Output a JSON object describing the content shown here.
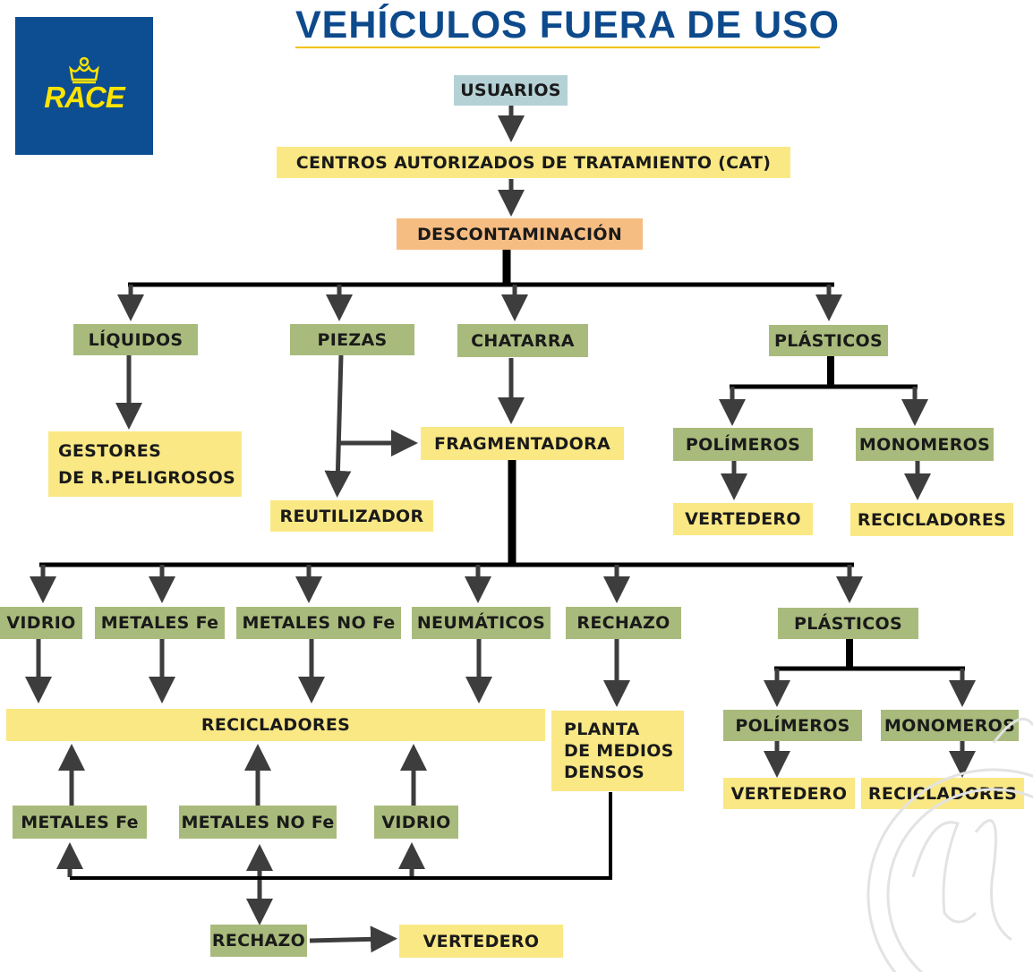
{
  "title": "VEHÍCULOS FUERA DE USO",
  "logo": {
    "text": "RACE",
    "icon": "crown-icon",
    "bg_color": "#0d4d91",
    "text_color": "#ffe400"
  },
  "colors": {
    "yellow": "#fae885",
    "green": "#a9bb7c",
    "blue": "#b4d1d6",
    "orange": "#f6bd82",
    "line": "#000000",
    "arrow": "#3d3d3d"
  },
  "nodes": {
    "usuarios": "USUARIOS",
    "cat": "CENTROS AUTORIZADOS DE TRATAMIENTO (CAT)",
    "descontaminacion": "DESCONTAMINACIÓN",
    "liquidos": "LÍQUIDOS",
    "piezas": "PIEZAS",
    "chatarra": "CHATARRA",
    "plasticos_top": "PLÁSTICOS",
    "gestores_line1": "GESTORES",
    "gestores_line2": "DE R.PELIGROSOS",
    "reutilizador": "REUTILIZADOR",
    "fragmentadora": "FRAGMENTADORA",
    "polimeros_top": "POLÍMEROS",
    "monomeros_top": "MONOMEROS",
    "vertedero_top": "VERTEDERO",
    "recicladores_top": "RECICLADORES",
    "vidrio": "VIDRIO",
    "metales_fe": "METALES Fe",
    "metales_no_fe": "METALES NO Fe",
    "neumaticos": "NEUMÁTICOS",
    "rechazo": "RECHAZO",
    "plasticos_bottom": "PLÁSTICOS",
    "recicladores_main": "RECICLADORES",
    "planta_line1": "PLANTA",
    "planta_line2": "DE MEDIOS",
    "planta_line3": "DENSOS",
    "polimeros_bottom": "POLÍMEROS",
    "monomeros_bottom": "MONOMEROS",
    "vertedero_bottom": "VERTEDERO",
    "recicladores_bottom": "RECICLADORES",
    "metales_fe_2": "METALES Fe",
    "metales_no_fe_2": "METALES NO Fe",
    "vidrio_2": "VIDRIO",
    "rechazo_2": "RECHAZO",
    "vertedero_final": "VERTEDERO"
  }
}
